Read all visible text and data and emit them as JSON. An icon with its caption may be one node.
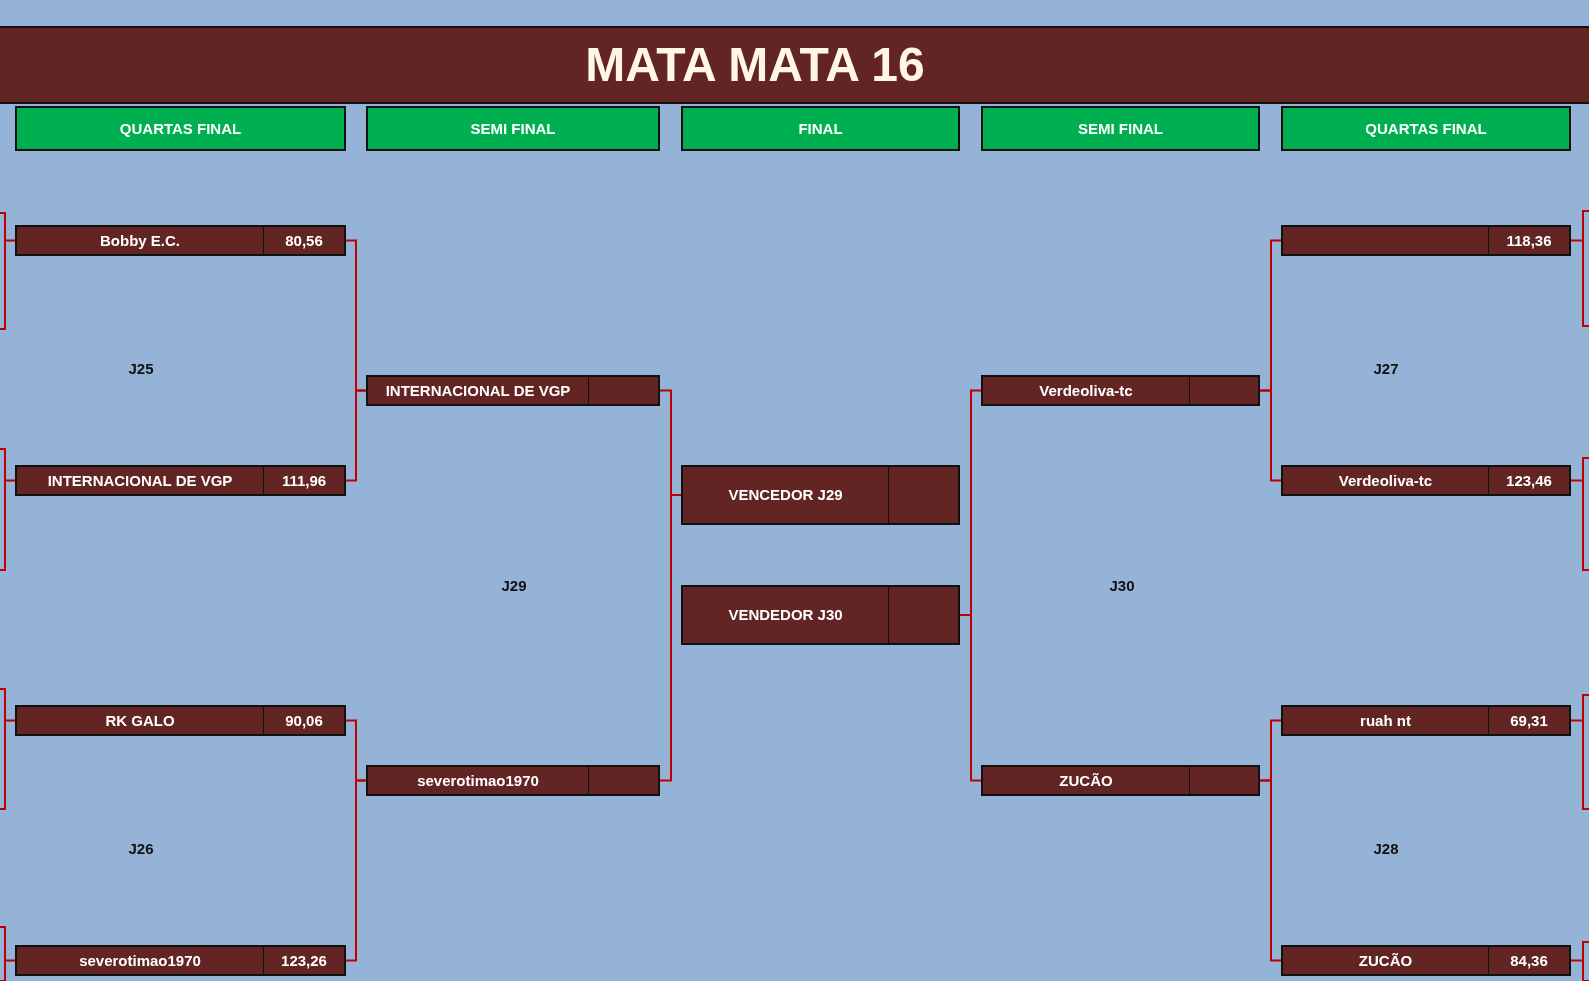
{
  "diagram": {
    "title": "MATA MATA 16",
    "nodes": [
      {
        "text": [
          "QUARTAS FINAL"
        ]
      },
      {
        "text": [
          "SEMI FINAL"
        ]
      },
      {
        "text": [
          "FINAL"
        ]
      },
      {
        "text": [
          "SEMI FINAL"
        ]
      },
      {
        "text": [
          "QUARTAS FINAL"
        ]
      },
      {
        "text": [
          "Bobby E.C.",
          "80,56"
        ]
      },
      {
        "text": [
          "118,36"
        ]
      },
      {
        "text": [
          "INTERNACIONAL DE VGP"
        ]
      },
      {
        "text": [
          "Verdeoliva-tc"
        ]
      },
      {
        "text": [
          "INTERNACIONAL DE VGP",
          "111,96"
        ]
      },
      {
        "text": [
          "Verdeoliva-tc",
          "123,46"
        ]
      },
      {
        "text": [
          "VENCEDOR J29"
        ]
      },
      {
        "text": [
          "VENDEDOR J30"
        ]
      },
      {
        "text": [
          "RK GALO",
          "90,06"
        ]
      },
      {
        "text": [
          "ruah nt",
          "69,31"
        ]
      },
      {
        "text": [
          "severotimao1970"
        ]
      },
      {
        "text": [
          "ZUCÃO"
        ]
      },
      {
        "text": [
          "severotimao1970",
          "123,26"
        ]
      },
      {
        "text": [
          "ZUCÃO",
          "84,36"
        ]
      }
    ],
    "edges": [
      {
        "from": 5,
        "to": 7,
        "arrow": "none"
      },
      {
        "from": 9,
        "to": 7,
        "arrow": "none"
      },
      {
        "from": 13,
        "to": 15,
        "arrow": "none"
      },
      {
        "from": 17,
        "to": 15,
        "arrow": "none"
      },
      {
        "from": 7,
        "to": 11,
        "arrow": "none"
      },
      {
        "from": 15,
        "to": 11,
        "arrow": "none"
      },
      {
        "from": 6,
        "to": 8,
        "arrow": "none"
      },
      {
        "from": 10,
        "to": 8,
        "arrow": "none"
      },
      {
        "from": 14,
        "to": 16,
        "arrow": "none"
      },
      {
        "from": 18,
        "to": 16,
        "arrow": "none"
      },
      {
        "from": 8,
        "to": 12,
        "arrow": "none"
      },
      {
        "from": 16,
        "to": 12,
        "arrow": "none"
      },
      {
        "from": null,
        "to": 5,
        "arrow": "none"
      },
      {
        "from": null,
        "to": 9,
        "arrow": "none"
      },
      {
        "from": null,
        "to": 13,
        "arrow": "none"
      },
      {
        "from": null,
        "to": 17,
        "arrow": "none"
      },
      {
        "from": null,
        "to": 6,
        "arrow": "none"
      },
      {
        "from": null,
        "to": 10,
        "arrow": "none"
      },
      {
        "from": null,
        "to": 14,
        "arrow": "none"
      },
      {
        "from": null,
        "to": 18,
        "arrow": "none"
      }
    ],
    "labels": [
      "J25",
      "J27",
      "J29",
      "J30",
      "J26",
      "J28"
    ]
  }
}
